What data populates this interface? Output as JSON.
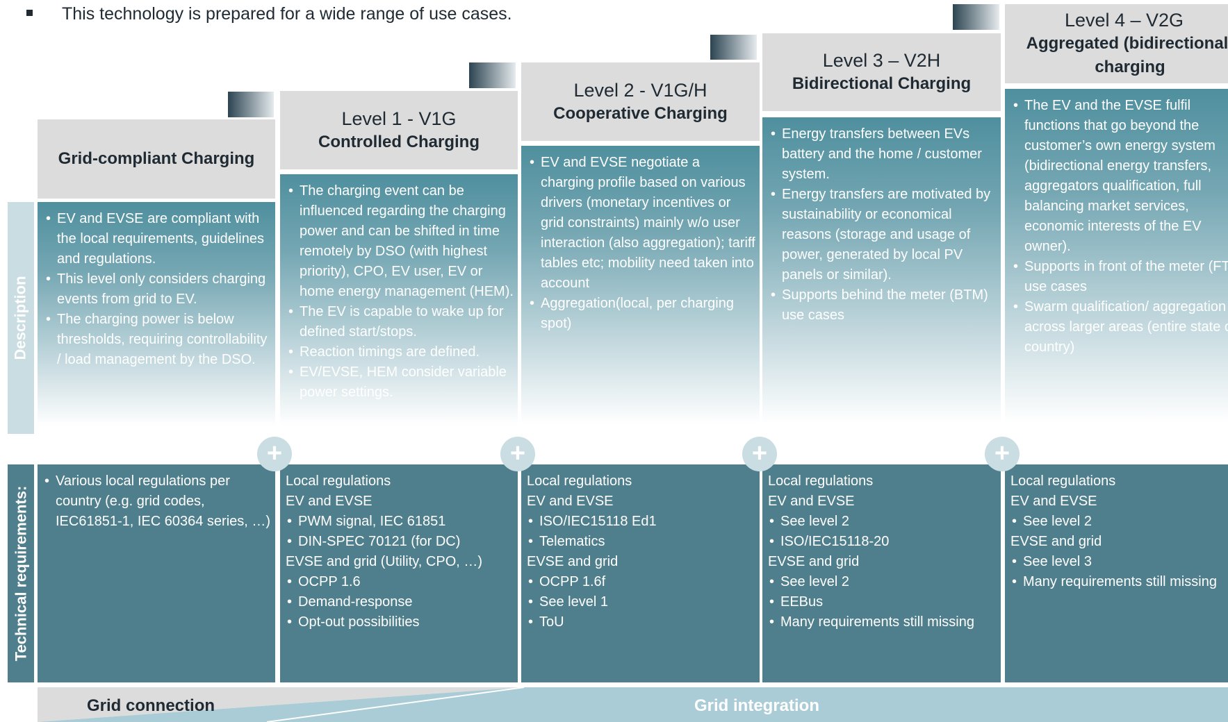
{
  "intro": "This technology is prepared for a wide range of use cases.",
  "side_labels": {
    "description": "Description",
    "technical": "Technical requirements:"
  },
  "columns": [
    {
      "title": "",
      "subtitle": "Grid-compliant Charging",
      "description": [
        "EV and EVSE are compliant with the local requirements, guidelines and regulations.",
        "This level only considers charging events from grid to EV.",
        "The charging power is below thresholds, requiring controllability / load management by the DSO."
      ],
      "tech": [
        {
          "text": "Various local regulations per country (e.g. grid codes, IEC61851-1, IEC 60364 series, …)",
          "bullet": true
        }
      ]
    },
    {
      "title": "Level 1 - V1G",
      "subtitle": "Controlled Charging",
      "description": [
        "The charging event can be influenced regarding the charging power and can be shifted in time remotely by DSO (with highest priority), CPO, EV user, EV or home energy management (HEM).",
        "The EV is capable to wake up for defined start/stops.",
        "Reaction timings are defined.",
        "EV/EVSE, HEM consider variable power settings."
      ],
      "tech": [
        {
          "text": "Local regulations",
          "bullet": false
        },
        {
          "text": "EV and EVSE",
          "bullet": false
        },
        {
          "text": "PWM signal, IEC 61851",
          "bullet": true
        },
        {
          "text": "DIN-SPEC 70121 (for DC)",
          "bullet": true
        },
        {
          "text": "EVSE and grid (Utility, CPO, …)",
          "bullet": false
        },
        {
          "text": "OCPP 1.6",
          "bullet": true
        },
        {
          "text": "Demand-response",
          "bullet": true
        },
        {
          "text": "Opt-out possibilities",
          "bullet": true
        }
      ]
    },
    {
      "title": "Level 2 - V1G/H",
      "subtitle": "Cooperative Charging",
      "description": [
        "EV and EVSE negotiate a charging profile based on various drivers (monetary incentives or grid constraints) mainly w/o user interaction (also aggregation); tariff tables etc; mobility need taken into account",
        "Aggregation(local, per charging spot)"
      ],
      "tech": [
        {
          "text": "Local regulations",
          "bullet": false
        },
        {
          "text": "EV and EVSE",
          "bullet": false
        },
        {
          "text": "ISO/IEC15118 Ed1",
          "bullet": true
        },
        {
          "text": "Telematics",
          "bullet": true
        },
        {
          "text": "EVSE and grid",
          "bullet": false
        },
        {
          "text": "OCPP 1.6f",
          "bullet": true
        },
        {
          "text": "See level 1",
          "bullet": true
        },
        {
          "text": "ToU",
          "bullet": true
        }
      ]
    },
    {
      "title": "Level 3 – V2H",
      "subtitle": "Bidirectional Charging",
      "description": [
        "Energy transfers between EVs battery and the home / customer system.",
        "Energy transfers are motivated by sustainability or economical reasons (storage and usage of power, generated by local PV panels or similar).",
        "Supports behind the meter (BTM) use cases"
      ],
      "tech": [
        {
          "text": "Local regulations",
          "bullet": false
        },
        {
          "text": "EV and EVSE",
          "bullet": false
        },
        {
          "text": "See level 2",
          "bullet": true
        },
        {
          "text": "ISO/IEC15118-20",
          "bullet": true
        },
        {
          "text": "EVSE and grid",
          "bullet": false
        },
        {
          "text": "See level 2",
          "bullet": true
        },
        {
          "text": "EEBus",
          "bullet": true
        },
        {
          "text": "Many requirements still missing",
          "bullet": true
        }
      ]
    },
    {
      "title": "Level 4 – V2G",
      "subtitle": "Aggregated (bidirectional) charging",
      "description": [
        "The EV and the EVSE fulfil functions that go beyond the customer’s own energy system (bidirectional energy transfers, aggregators qualification, full balancing market services, economic interests of the EV owner).",
        "Supports in front of the meter (FTM) use cases",
        "Swarm qualification/ aggregation across larger areas (entire state or country)"
      ],
      "tech": [
        {
          "text": "Local regulations",
          "bullet": false
        },
        {
          "text": "EV and EVSE",
          "bullet": false
        },
        {
          "text": "See level 2",
          "bullet": true
        },
        {
          "text": "EVSE and grid",
          "bullet": false
        },
        {
          "text": "See level 3",
          "bullet": true
        },
        {
          "text": "Many requirements still missing",
          "bullet": true
        }
      ]
    }
  ],
  "plus_symbol": "+",
  "bottom": {
    "left": "Grid connection",
    "right": "Grid integration"
  },
  "colors": {
    "header_bg": "#dcdcdc",
    "desc_top": "#4f8f9e",
    "tech_bg": "#4f7f8c",
    "grid_integration_bg": "#a9ccd6",
    "side_bg": "#c9dde3"
  }
}
